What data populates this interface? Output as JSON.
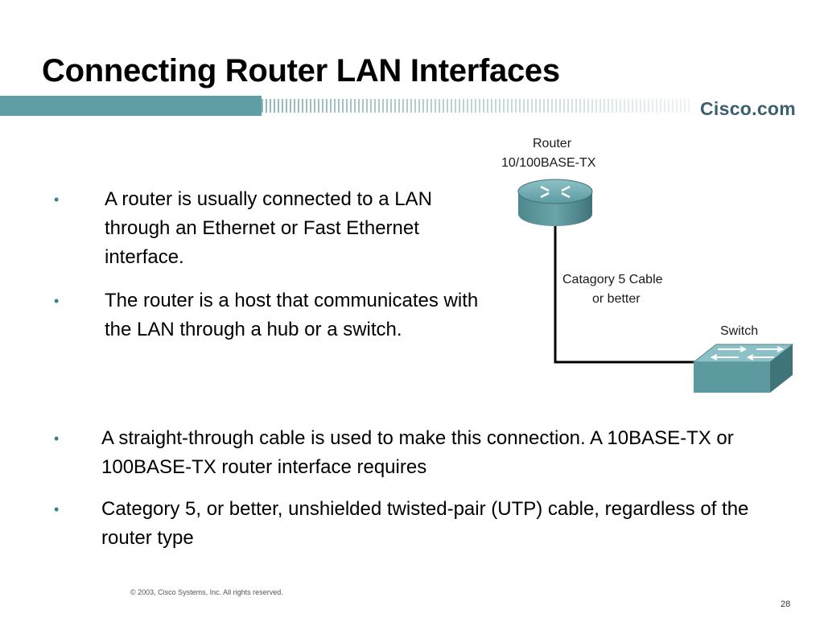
{
  "title": "Connecting Router LAN Interfaces",
  "brand": "Cisco.com",
  "colors": {
    "accent": "#5e9ea4",
    "icon": "#6aa5aa",
    "bullet": "#3a7f86"
  },
  "bullets_top": [
    "A router is usually connected to a LAN through an Ethernet or Fast Ethernet interface.",
    "The router is a host that communicates with the LAN through a hub or a switch."
  ],
  "bullets_bottom": [
    "A straight-through cable is used to make this connection. A 10BASE-TX or 100BASE-TX router interface requires",
    "Category 5, or better, unshielded twisted-pair (UTP) cable, regardless of the router type"
  ],
  "diagram": {
    "router_label_1": "Router",
    "router_label_2": "10/100BASE-TX",
    "cable_label_1": "Catagory 5 Cable",
    "cable_label_2": "or better",
    "switch_label": "Switch",
    "router_icon": "router-icon",
    "switch_icon": "switch-icon"
  },
  "footer": "© 2003, Cisco Systems, Inc. All rights reserved.",
  "page_number": "28"
}
